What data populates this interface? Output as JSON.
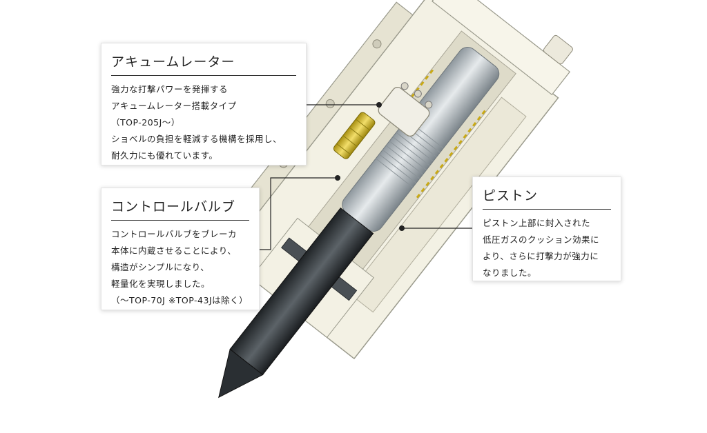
{
  "callouts": {
    "accumulator": {
      "title": "アキュームレーター",
      "lines": [
        "強力な打撃パワーを発揮する",
        "アキュームレーター搭載タイプ",
        "（TOP-205J～）",
        "ショベルの負担を軽減する機構を採用し、",
        "耐久力にも優れています。"
      ]
    },
    "control_valve": {
      "title": "コントロールバルブ",
      "lines": [
        "コントロールバルブをブレーカ",
        "本体に内蔵させることにより、",
        "構造がシンプルになり、",
        "軽量化を実現しました。",
        "（～TOP-70J ※TOP-43Jは除く）"
      ]
    },
    "piston": {
      "title": "ピストン",
      "lines": [
        "ピストン上部に封入された",
        "低圧ガスのクッション効果に",
        "より、さらに打撃力が強力に",
        "なりました。"
      ]
    }
  },
  "colors": {
    "body": "#f3f1e4",
    "edge": "#9a9a8c",
    "piston": "#bfc6cb",
    "rod": "#3b4043",
    "valve": "#d8c040",
    "leader": "#222222"
  }
}
